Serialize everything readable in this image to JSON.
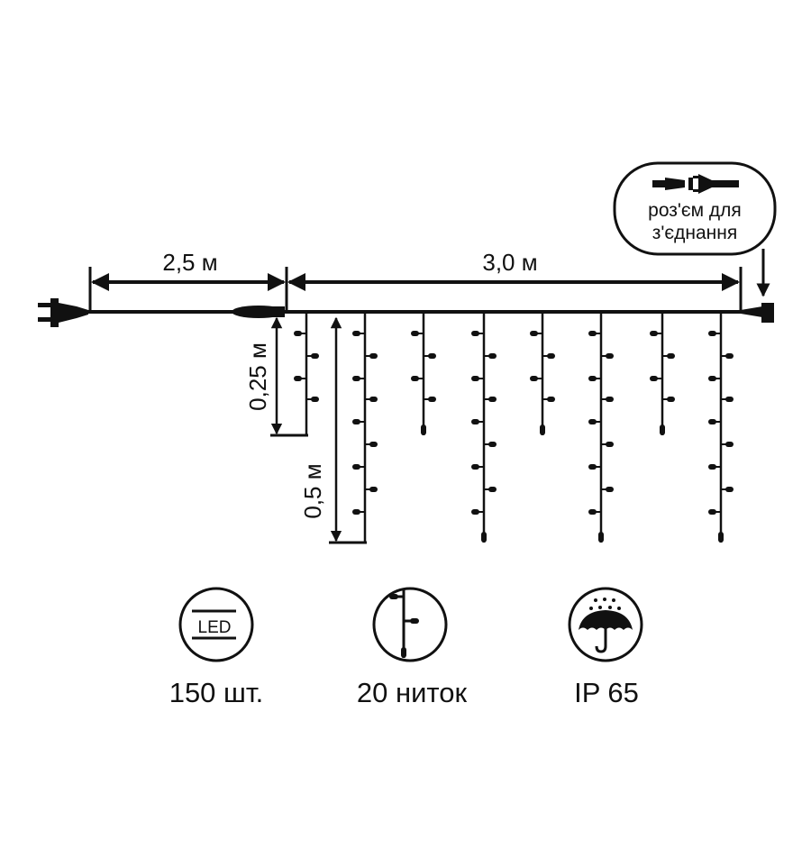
{
  "dimensions": {
    "lead_cable": "2,5 м",
    "curtain_width": "3,0 м",
    "short_strand": "0,25 м",
    "long_strand": "0,5 м"
  },
  "connector_callout": {
    "line1": "роз'єм для",
    "line2": "з'єднання"
  },
  "features": [
    {
      "icon": "led-icon",
      "icon_text": "LED",
      "label": "150 шт."
    },
    {
      "icon": "strand-icon",
      "label": "20 ниток"
    },
    {
      "icon": "umbrella-rain-icon",
      "label": "IP 65"
    }
  ],
  "colors": {
    "ink": "#111111",
    "background": "#ffffff"
  }
}
